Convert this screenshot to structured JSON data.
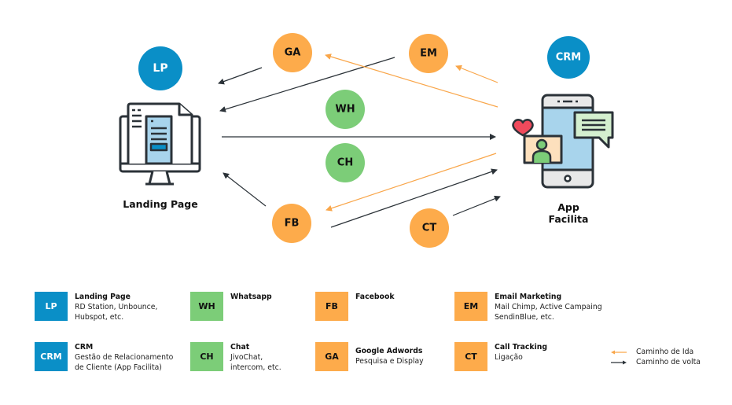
{
  "colors": {
    "blue": "#0a8fc7",
    "orange": "#fdab4b",
    "green": "#7ccd78",
    "dark": "#2b3238",
    "orange_line": "#f9a64a"
  },
  "diagram": {
    "left_node": {
      "badge": "LP",
      "caption": "Landing Page",
      "icon": "desktop-landing-page-icon"
    },
    "right_node": {
      "badge": "CRM",
      "caption_line1": "App",
      "caption_line2": "Facilita",
      "icon": "smartphone-app-icon"
    },
    "channels": [
      {
        "id": "GA",
        "label": "GA",
        "color": "orange"
      },
      {
        "id": "EM",
        "label": "EM",
        "color": "orange"
      },
      {
        "id": "WH",
        "label": "WH",
        "color": "green"
      },
      {
        "id": "CH",
        "label": "CH",
        "color": "green"
      },
      {
        "id": "FB",
        "label": "FB",
        "color": "orange"
      },
      {
        "id": "CT",
        "label": "CT",
        "color": "orange"
      }
    ],
    "flows": [
      {
        "from": "GA",
        "to": "Landing Page",
        "type": "volta"
      },
      {
        "from": "EM",
        "to": "Landing Page",
        "type": "volta"
      },
      {
        "from": "App Facilita",
        "to": "GA",
        "type": "ida"
      },
      {
        "from": "App Facilita",
        "to": "EM",
        "type": "ida"
      },
      {
        "from": "Landing Page",
        "to": "App Facilita",
        "type": "volta"
      },
      {
        "from": "FB",
        "to": "Landing Page",
        "type": "volta"
      },
      {
        "from": "App Facilita",
        "to": "FB",
        "type": "ida"
      },
      {
        "from": "FB",
        "to": "App Facilita",
        "type": "volta"
      },
      {
        "from": "CT",
        "to": "App Facilita",
        "type": "volta"
      }
    ]
  },
  "legend": {
    "items": [
      {
        "code": "LP",
        "color": "blue",
        "title": "Landing Page",
        "desc": "RD Station, Unbounce,\nHubspot, etc."
      },
      {
        "code": "WH",
        "color": "green",
        "title": "Whatsapp",
        "desc": ""
      },
      {
        "code": "FB",
        "color": "orange",
        "title": "Facebook",
        "desc": ""
      },
      {
        "code": "EM",
        "color": "orange",
        "title": "Email Marketing",
        "desc": "Mail Chimp, Active Campaing\nSendinBlue, etc."
      },
      {
        "code": "CRM",
        "color": "blue",
        "title": "CRM",
        "desc": "Gestão de Relacionamento\nde Cliente (App Facilita)"
      },
      {
        "code": "CH",
        "color": "green",
        "title": "Chat",
        "desc": "JivoChat,\nintercom, etc."
      },
      {
        "code": "GA",
        "color": "orange",
        "title": "Google Adwords",
        "desc": "Pesquisa e Display"
      },
      {
        "code": "CT",
        "color": "orange",
        "title": "Call Tracking",
        "desc": "Ligação"
      }
    ],
    "key": {
      "ida": "Caminho de Ida",
      "volta": "Caminho de volta"
    }
  }
}
